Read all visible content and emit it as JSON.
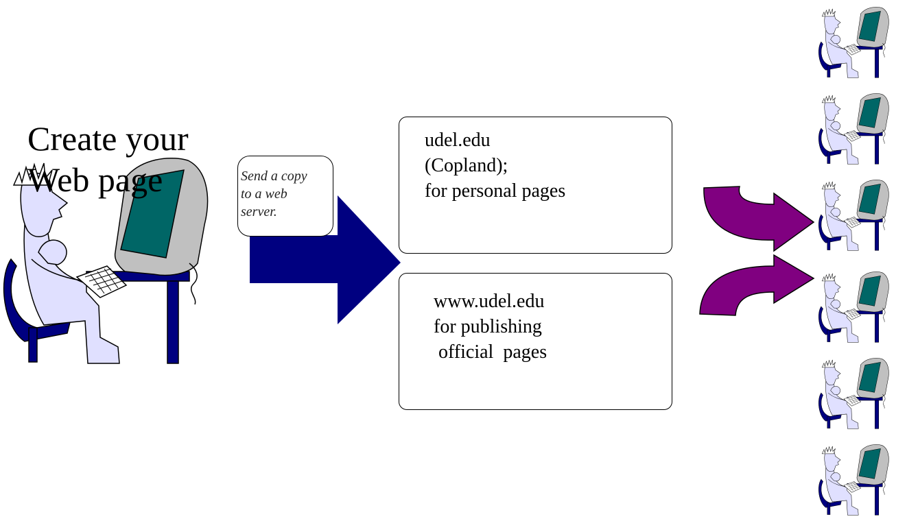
{
  "title": "Create your\nWeb page",
  "callout": {
    "lines": [
      "Send a copy",
      "to a web",
      "server."
    ]
  },
  "servers": [
    {
      "lines": [
        "udel.edu",
        "(Copland);",
        "for personal pages"
      ]
    },
    {
      "lines": [
        "www.udel.edu",
        "for publishing",
        " official  pages"
      ]
    }
  ],
  "colors": {
    "big_arrow": "#000080",
    "curved_arrows": "#800080",
    "monitor_screen": "#006666",
    "monitor_body": "#c0c0c0",
    "skin": "#e0e0ff",
    "chair_desk": "#000080"
  },
  "icons": [
    "author-at-computer-icon",
    "reader-at-computer-icon"
  ]
}
